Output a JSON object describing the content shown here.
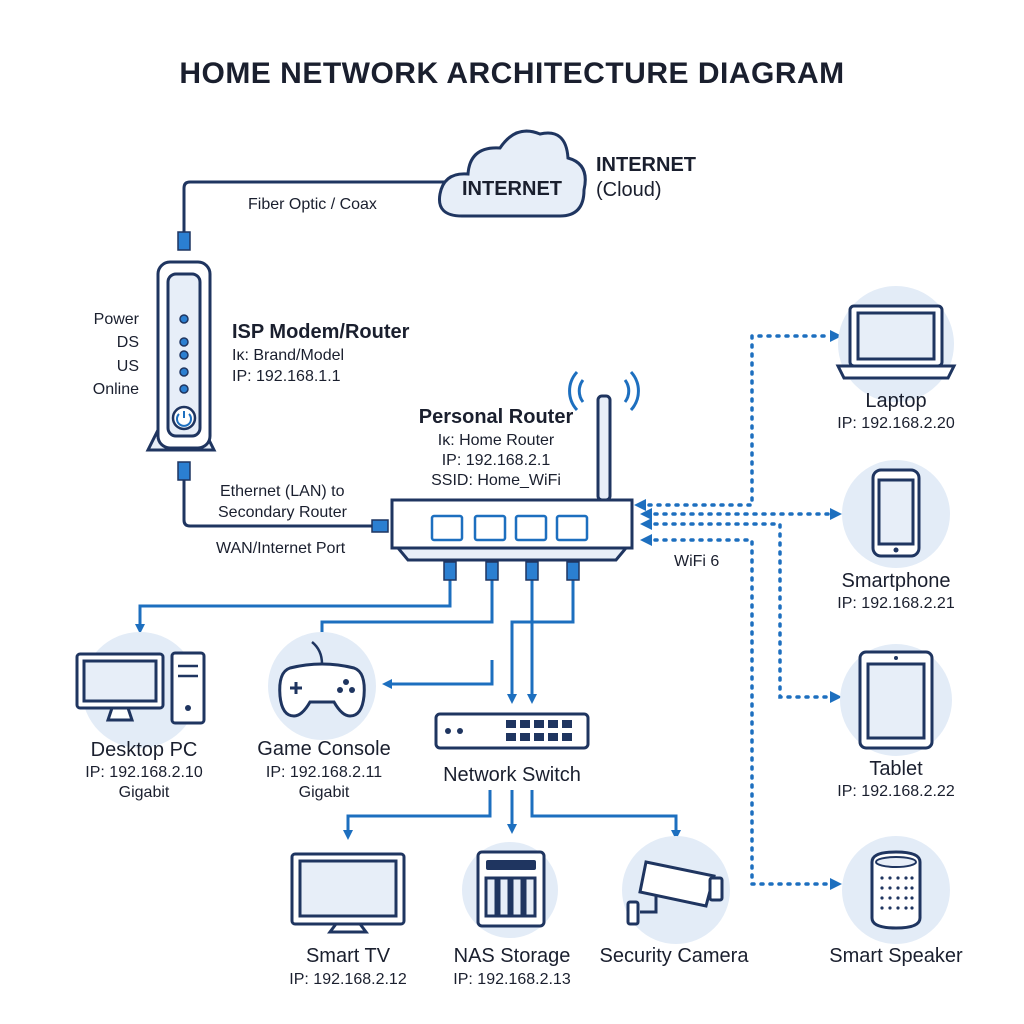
{
  "title": "HOME NETWORK ARCHITECTURE DIAGRAM",
  "internet": {
    "cloud_label": "INTERNET",
    "side_title": "INTERNET",
    "side_sub": "(Cloud)",
    "link_label": "Fiber Optic / Coax"
  },
  "modem": {
    "title": "ISP Modem/Router",
    "line1": "Iĸ: Brand/Model",
    "line2": "IP: 192.168.1.1",
    "leds": [
      "Power",
      "DS",
      "US",
      "Online"
    ]
  },
  "uplink": {
    "line1": "Ethernet (LAN) to",
    "line2": "Secondary Router",
    "port_label": "WAN/Internet Port"
  },
  "router": {
    "title": "Personal Router",
    "line1": "Iĸ: Home Router",
    "line2": "IP: 192.168.2.1",
    "line3": "SSID: Home_WiFi",
    "wifi_label": "WiFi 6"
  },
  "wired": [
    {
      "name": "Desktop PC",
      "ip": "IP: 192.168.2.10",
      "speed": "Gigabit"
    },
    {
      "name": "Game Console",
      "ip": "IP: 192.168.2.11",
      "speed": "Gigabit"
    }
  ],
  "switch": {
    "name": "Network Switch"
  },
  "switched": [
    {
      "name": "Smart TV",
      "ip": "IP: 192.168.2.12"
    },
    {
      "name": "NAS Storage",
      "ip": "IP: 192.168.2.13"
    },
    {
      "name": "Security Camera"
    }
  ],
  "wireless": [
    {
      "name": "Laptop",
      "ip": "IP: 192.168.2.20"
    },
    {
      "name": "Smartphone",
      "ip": "IP: 192.168.2.21"
    },
    {
      "name": "Tablet",
      "ip": "IP: 192.168.2.22"
    },
    {
      "name": "Smart Speaker"
    }
  ],
  "colors": {
    "outline": "#1f3560",
    "accent": "#1d6fbf",
    "fill": "#e3ecf7"
  }
}
